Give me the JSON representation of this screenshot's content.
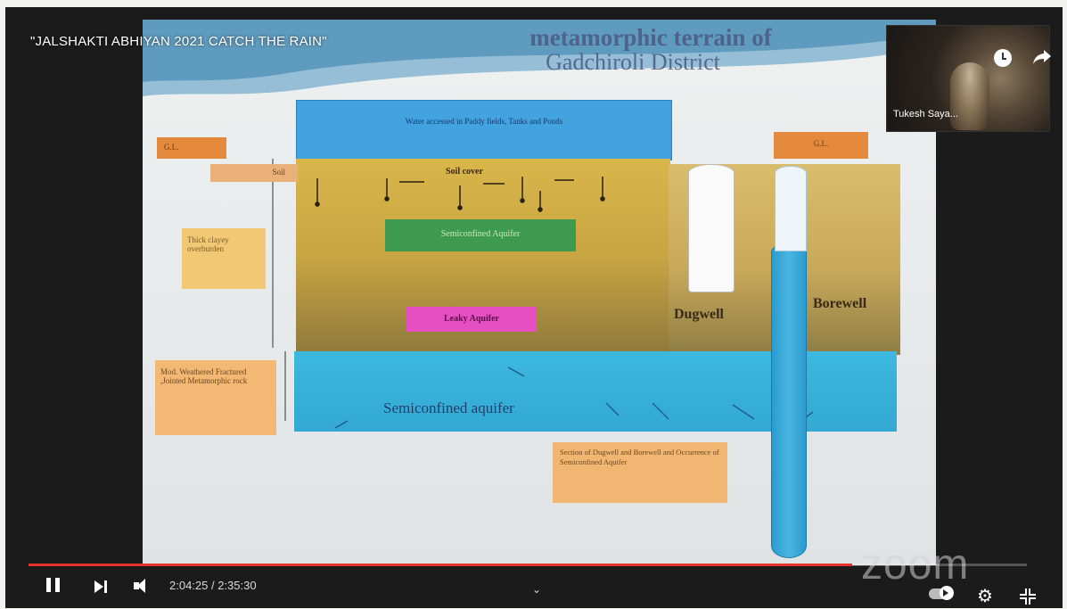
{
  "video": {
    "title": "\"JALSHAKTI ABHIYAN 2021 CATCH THE RAIN\"",
    "time": "2:04:25 / 2:35:30",
    "progress": 0.825,
    "participant_name": "Tukesh Saya...",
    "watermark": "zoom"
  },
  "slide": {
    "title_line1": "metamorphic terrain of",
    "title_line2": "Gadchiroli District",
    "water_top": "Water accessed in Paddy fields, Tanks and Ponds",
    "soil_cover": "Soil cover",
    "semiconfined": "Semiconfined Aquifer",
    "leaky": "Leaky Aquifer",
    "unconfined": "Semiconfined aquifer",
    "gl_left": "G.L.",
    "soil_left": "Soil",
    "gl_right": "G.L.",
    "thick_clay": "Thick clayey overburden",
    "mod_weathered": "Mod. Weathered Fractured ,Jointed Metamorphic rock",
    "section_note": "Section of Dugwell and Borewell and Occurrence of Semiconfined Aquifer",
    "dugwell": "Dugwell",
    "borewell": "Borewell"
  },
  "colors": {
    "progress": "#e8302a",
    "water": "#43a3e0",
    "aquifer": "#3cb8df",
    "leaky": "#e64fc1",
    "semiconfined": "#3e9a4e"
  },
  "icons": {
    "play": "pause-icon",
    "next": "next-icon",
    "volume": "volume-icon",
    "settings": "gear-icon",
    "fullscreen": "exit-fullscreen-icon",
    "clock": "clock-icon",
    "share": "share-icon"
  }
}
